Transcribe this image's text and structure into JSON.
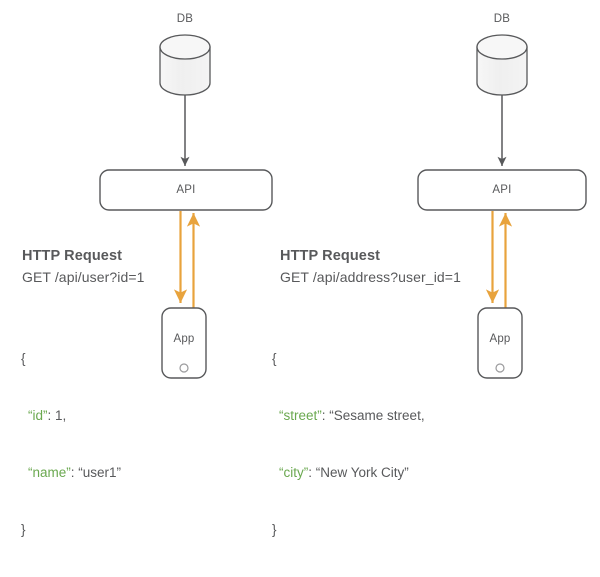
{
  "colors": {
    "background": "#ffffff",
    "stroke_gray": "#58595b",
    "shape_fill": "#f2f2f2",
    "shape_fill_light": "#fbfbfb",
    "arrow_orange": "#e8a33d",
    "json_key_green": "#6aa84f",
    "text_gray": "#58595b"
  },
  "columns": [
    {
      "id": "user-flow",
      "database": {
        "label": "DB",
        "icon": "database-cylinder-icon"
      },
      "service": {
        "label": "API"
      },
      "client": {
        "label": "App",
        "icon": "phone-device-icon"
      },
      "request": {
        "title": "HTTP Request",
        "line": "GET /api/user?id=1"
      },
      "response": {
        "open_brace": "{",
        "close_brace": "}",
        "fields": [
          {
            "key": "“id”",
            "sep": ": ",
            "value": "1,"
          },
          {
            "key": "“name”",
            "sep": ": ",
            "value": "“user1”"
          }
        ]
      },
      "arrows": {
        "db_to_api": "down-arrow-gray",
        "api_to_app": "down-arrow-orange",
        "app_to_api": "up-arrow-orange"
      }
    },
    {
      "id": "address-flow",
      "database": {
        "label": "DB",
        "icon": "database-cylinder-icon"
      },
      "service": {
        "label": "API"
      },
      "client": {
        "label": "App",
        "icon": "phone-device-icon"
      },
      "request": {
        "title": "HTTP Request",
        "line": "GET /api/address?user_id=1"
      },
      "response": {
        "open_brace": "{",
        "close_brace": "}",
        "fields": [
          {
            "key": "“street”",
            "sep": ": ",
            "value": "“Sesame street,"
          },
          {
            "key": "“city”",
            "sep": ": ",
            "value": "“New York City”"
          }
        ]
      },
      "arrows": {
        "db_to_api": "down-arrow-gray",
        "api_to_app": "down-arrow-orange",
        "app_to_api": "up-arrow-orange"
      }
    }
  ]
}
